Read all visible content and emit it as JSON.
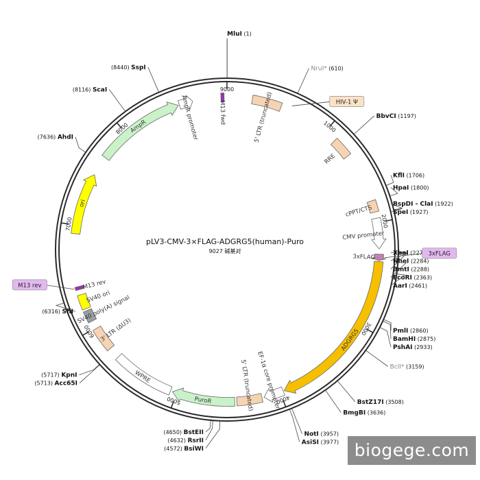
{
  "title": "pLV3-CMV-3×FLAG-ADGRG5(human)-Puro",
  "subtitle": "9027 碱基对",
  "watermark": "biogege.com",
  "total_bp": 9027,
  "ticks": [
    {
      "bp": 0,
      "label": "9000"
    },
    {
      "bp": 1000,
      "label": "1000"
    },
    {
      "bp": 2000,
      "label": "2000"
    },
    {
      "bp": 3000,
      "label": "3000"
    },
    {
      "bp": 4000,
      "label": "4000"
    },
    {
      "bp": 5000,
      "label": "5000"
    },
    {
      "bp": 6000,
      "label": "6000"
    },
    {
      "bp": 7000,
      "label": "7000"
    },
    {
      "bp": 8000,
      "label": "8000"
    }
  ],
  "features": [
    {
      "name": "M13 fwd",
      "start": 8970,
      "end": 9000,
      "color": "#9b2fb8",
      "kind": "block"
    },
    {
      "name": "5' LTR (truncated)",
      "start": 240,
      "end": 520,
      "color": "#f6d3b2",
      "kind": "block"
    },
    {
      "name": "RRE",
      "start": 1120,
      "end": 1310,
      "color": "#f6d3b2",
      "kind": "block"
    },
    {
      "name": "cPPT/CTS",
      "start": 1790,
      "end": 1900,
      "color": "#f6d3b2",
      "kind": "block"
    },
    {
      "name": "CMV promoter",
      "start": 1960,
      "end": 2250,
      "color": "#ffffff",
      "kind": "arrow"
    },
    {
      "name": "3xFLAG",
      "start": 2300,
      "end": 2360,
      "color": "#c383b1",
      "kind": "arrow"
    },
    {
      "name": "ADGRG5",
      "start": 2370,
      "end": 3960,
      "color": "#f6c000",
      "kind": "arrow"
    },
    {
      "name": "EF-1α core promoter",
      "start": 3970,
      "end": 4160,
      "color": "#ffffff",
      "kind": "arrow"
    },
    {
      "name": "5' LTR (truncated)",
      "start": 4180,
      "end": 4420,
      "color": "#f6d3b2",
      "kind": "block"
    },
    {
      "name": "PuroR",
      "start": 4440,
      "end": 5040,
      "color": "#c9f2c9",
      "kind": "arrow"
    },
    {
      "name": "WPRE",
      "start": 5060,
      "end": 5650,
      "color": "#ffffff",
      "kind": "block"
    },
    {
      "name": "3' LTR (ΔU3)",
      "start": 5760,
      "end": 5990,
      "color": "#f6d3b2",
      "kind": "block"
    },
    {
      "name": "SV40 poly(A) signal",
      "start": 6070,
      "end": 6180,
      "color": "#9aa0a0",
      "kind": "block"
    },
    {
      "name": "SV40 ori",
      "start": 6200,
      "end": 6340,
      "color": "#ffff00",
      "kind": "block"
    },
    {
      "name": "M13 rev",
      "start": 6390,
      "end": 6420,
      "color": "#9b2fb8",
      "kind": "block"
    },
    {
      "name": "ori",
      "start": 6920,
      "end": 7510,
      "color": "#ffff00",
      "kind": "arrow"
    },
    {
      "name": "AmpR",
      "start": 7700,
      "end": 8560,
      "color": "#c9f2c9",
      "kind": "arrow"
    },
    {
      "name": "AmpR promoter",
      "start": 8570,
      "end": 8700,
      "color": "#ffffff",
      "kind": "arrow"
    }
  ],
  "tags": [
    {
      "name": "HIV-1 Ψ",
      "bp": 610
    },
    {
      "name": "3xFLAG",
      "bp": 2330
    },
    {
      "name": "M13 rev",
      "bp": 6405
    }
  ],
  "sites": [
    {
      "name": "MluI",
      "pos": "(1)",
      "bp": 1,
      "side": "top"
    },
    {
      "name": "NruI*",
      "pos": "(610)",
      "bp": 610,
      "side": "right",
      "nonunique": true
    },
    {
      "name": "BbvCI",
      "pos": "(1197)",
      "bp": 1197,
      "side": "right"
    },
    {
      "name": "KflI",
      "pos": "(1706)",
      "bp": 1706,
      "side": "right"
    },
    {
      "name": "HpaI",
      "pos": "(1800)",
      "bp": 1800,
      "side": "right"
    },
    {
      "name": "BspDI - ClaI",
      "pos": "(1922)",
      "bp": 1922,
      "side": "right"
    },
    {
      "name": "SpeI",
      "pos": "(1927)",
      "bp": 1927,
      "side": "right"
    },
    {
      "name": "XbaI",
      "pos": "(2278)",
      "bp": 2278,
      "side": "right"
    },
    {
      "name": "NheI",
      "pos": "(2284)",
      "bp": 2284,
      "side": "right"
    },
    {
      "name": "BmtI",
      "pos": "(2288)",
      "bp": 2288,
      "side": "right"
    },
    {
      "name": "EcoRI",
      "pos": "(2363)",
      "bp": 2363,
      "side": "right"
    },
    {
      "name": "AarI",
      "pos": "(2461)",
      "bp": 2461,
      "side": "right"
    },
    {
      "name": "PmlI",
      "pos": "(2860)",
      "bp": 2860,
      "side": "right"
    },
    {
      "name": "BamHI",
      "pos": "(2875)",
      "bp": 2875,
      "side": "right"
    },
    {
      "name": "PshAI",
      "pos": "(2933)",
      "bp": 2933,
      "side": "right"
    },
    {
      "name": "BclI*",
      "pos": "(3159)",
      "bp": 3159,
      "side": "right",
      "nonunique": true
    },
    {
      "name": "BstZ17I",
      "pos": "(3508)",
      "bp": 3508,
      "side": "right"
    },
    {
      "name": "BmgBI",
      "pos": "(3636)",
      "bp": 3636,
      "side": "right"
    },
    {
      "name": "NotI",
      "pos": "(3957)",
      "bp": 3957,
      "side": "right"
    },
    {
      "name": "AsiSI",
      "pos": "(3977)",
      "bp": 3977,
      "side": "right"
    },
    {
      "name": "BsiWI",
      "pos": "(4572)",
      "bp": 4572,
      "side": "left"
    },
    {
      "name": "RsrII",
      "pos": "(4632)",
      "bp": 4632,
      "side": "left"
    },
    {
      "name": "BstEII",
      "pos": "(4650)",
      "bp": 4650,
      "side": "left"
    },
    {
      "name": "Acc65I",
      "pos": "(5713)",
      "bp": 5713,
      "side": "left"
    },
    {
      "name": "KpnI",
      "pos": "(5717)",
      "bp": 5717,
      "side": "left"
    },
    {
      "name": "SfiI",
      "pos": "(6316)",
      "bp": 6316,
      "side": "left"
    },
    {
      "name": "AhdI",
      "pos": "(7636)",
      "bp": 7636,
      "side": "left"
    },
    {
      "name": "ScaI",
      "pos": "(8116)",
      "bp": 8116,
      "side": "left"
    },
    {
      "name": "SspI",
      "pos": "(8440)",
      "bp": 8440,
      "side": "left"
    }
  ]
}
